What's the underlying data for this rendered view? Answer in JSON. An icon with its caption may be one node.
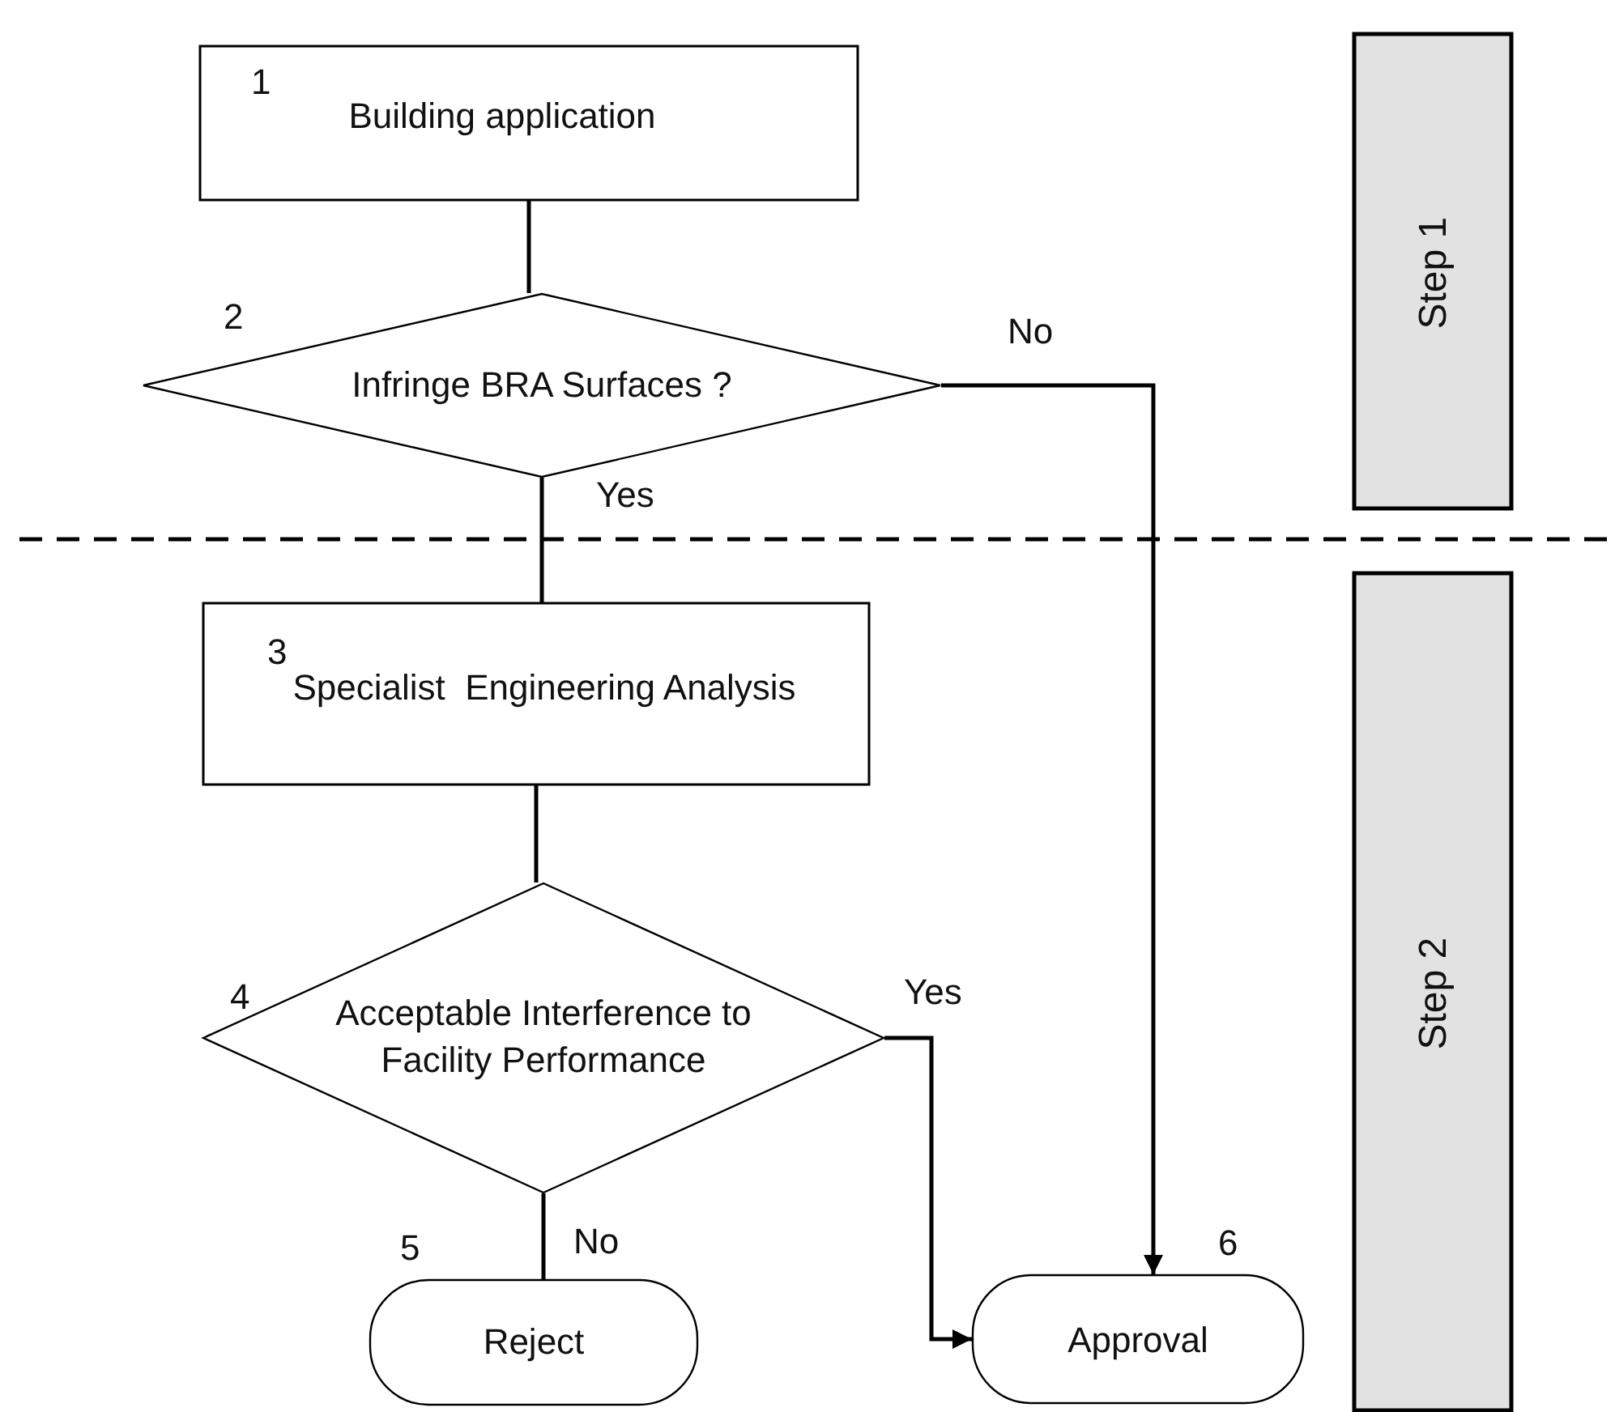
{
  "diagram": {
    "nodes": [
      {
        "text": [
          "1",
          "Building application"
        ]
      },
      {
        "text": [
          "Infringe BRA Surfaces ?"
        ],
        "beside": [
          "2"
        ]
      },
      {
        "text": [
          "3",
          "Specialist  Engineering Analysis"
        ]
      },
      {
        "text": [
          "Acceptable Interference to Facility Performance"
        ],
        "beside": [
          "4"
        ]
      },
      {
        "text": [
          "Reject"
        ],
        "beside": [
          "5"
        ]
      },
      {
        "text": [
          "Approval"
        ],
        "beside": [
          "6"
        ]
      },
      {
        "text": [
          "Step 1"
        ]
      },
      {
        "text": [
          "Step 2"
        ]
      }
    ],
    "edges": [
      {
        "from": 0,
        "to": 1,
        "arrow": "none"
      },
      {
        "from": 1,
        "to": 2,
        "arrow": "none",
        "label": "Yes"
      },
      {
        "from": 1,
        "to": 5,
        "arrow": "to",
        "label": "No"
      },
      {
        "from": 2,
        "to": 3,
        "arrow": "none"
      },
      {
        "from": 3,
        "to": 4,
        "arrow": "none",
        "label": "No"
      },
      {
        "from": 3,
        "to": 5,
        "arrow": "to",
        "label": "Yes"
      }
    ]
  }
}
